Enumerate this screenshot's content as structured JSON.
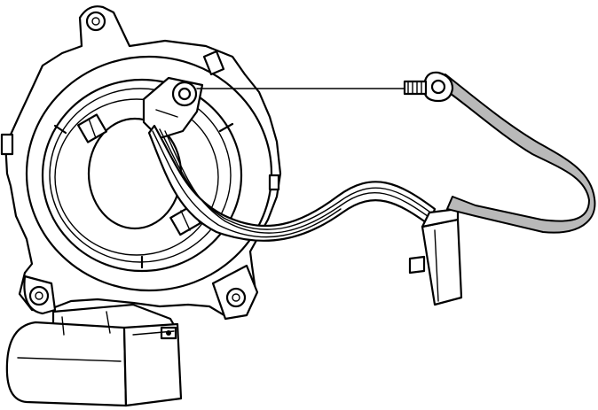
{
  "figure": {
    "components": [
      "clockspring-housing",
      "center-bore",
      "wire-harness-ribbon",
      "harness-connector",
      "ground-screw",
      "ground-eyelet-lead",
      "lower-connector-block"
    ],
    "colors": {
      "line": "#000000",
      "background": "#ffffff",
      "ribbon_fill": "#b9b9b9"
    }
  }
}
